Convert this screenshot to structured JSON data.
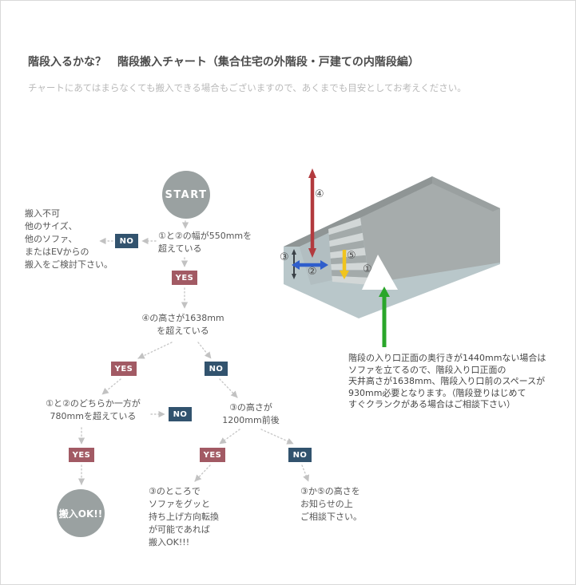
{
  "header": {
    "title": "階段入るかな？　階段搬入チャート（集合住宅の外階段・戸建ての内階段編）",
    "subtitle": "チャートにあてはまらなくても搬入できる場合もございますので、あくまでも目安としてお考えください。"
  },
  "flow": {
    "start": "START",
    "yes": "YES",
    "no": "NO",
    "q_width": "①と②の幅が550mmを\n超えている",
    "fail_note": "搬入不可\n他のサイズ、\n他のソファ、\nまたはEVからの\n搬入をご検討下さい。",
    "q_height": "④の高さが1638mm\nを超えている",
    "q_either": "①と②のどちらか一方が\n780mmを超えている",
    "q_landing": "③の高さが\n1200mm前後",
    "ok": "搬入OK!!",
    "lift_note": "③のところで\nソファをグッと\n持ち上げ方向転換\nが可能であれば\n搬入OK!!!",
    "consult_note": "③か⑤の高さを\nお知らせの上\nご相談下さい。"
  },
  "illustration": {
    "marks": {
      "m1": "①",
      "m2": "②",
      "m3": "③",
      "m4": "④",
      "m5": "⑤"
    },
    "note": "階段の入り口正面の奥行きが1440mmない場合は\nソファを立てるので、階段入り口正面の\n天井高さが1638mm、階段入り口前のスペースが\n930mm必要となります。（階段登りはじめて\nすぐクランクがある場合はご相談下さい）",
    "colors": {
      "height_arrow": "#b23a3e",
      "width_arrow": "#2f5ecc",
      "drop_arrow": "#f0c41e",
      "entry_arrow": "#2aa62a"
    }
  }
}
